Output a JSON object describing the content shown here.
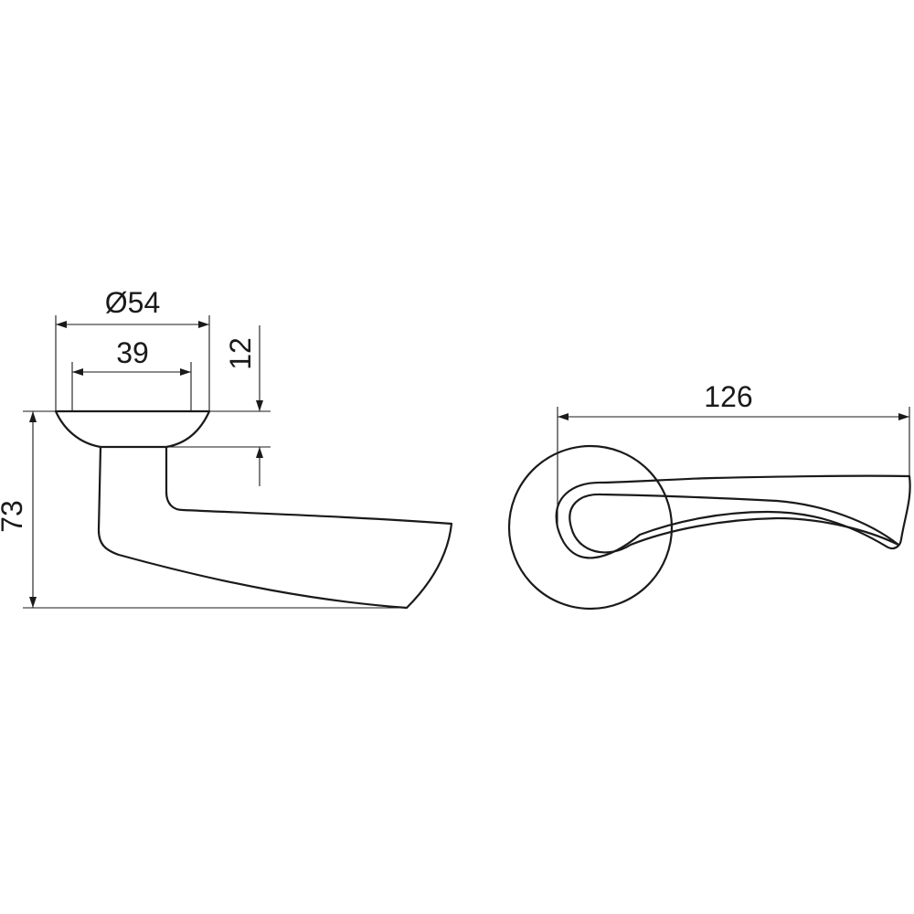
{
  "dimensions": {
    "rose_diameter": "Ø54",
    "inner_width": "39",
    "rose_height": "12",
    "total_height": "73",
    "lever_length": "126"
  }
}
